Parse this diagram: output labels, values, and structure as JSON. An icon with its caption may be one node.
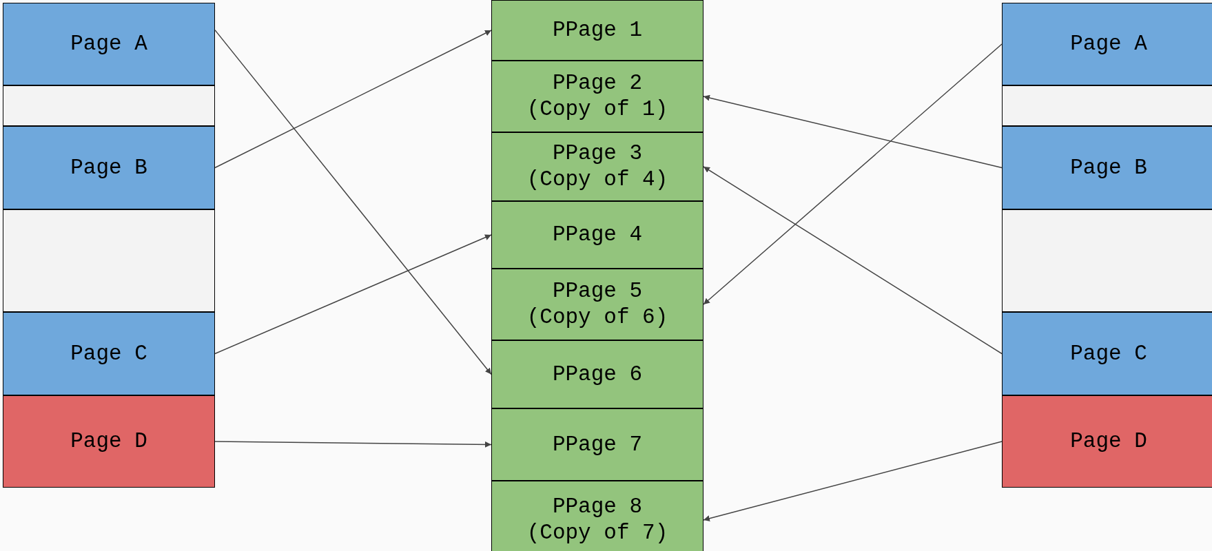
{
  "diagram": {
    "nodes": [
      {
        "text": [
          "Page A"
        ]
      },
      {
        "text": [],
        "shape": "box"
      },
      {
        "text": [
          "Page B"
        ]
      },
      {
        "text": [],
        "shape": "box"
      },
      {
        "text": [
          "Page C"
        ]
      },
      {
        "text": [
          "Page D"
        ]
      },
      {
        "text": [
          "PPage 1"
        ]
      },
      {
        "text": [
          "PPage 2 (Copy of 1)"
        ]
      },
      {
        "text": [
          "PPage 3 (Copy of 4)"
        ]
      },
      {
        "text": [
          "PPage 4"
        ]
      },
      {
        "text": [
          "PPage 5 (Copy of 6)"
        ]
      },
      {
        "text": [
          "PPage 6"
        ]
      },
      {
        "text": [
          "PPage 7"
        ]
      },
      {
        "text": [
          "PPage 8 (Copy of 7)"
        ]
      },
      {
        "text": [
          "Page A"
        ]
      },
      {
        "text": [],
        "shape": "box"
      },
      {
        "text": [
          "Page B"
        ]
      },
      {
        "text": [],
        "shape": "box"
      },
      {
        "text": [
          "Page C"
        ]
      },
      {
        "text": [
          "Page D"
        ]
      }
    ],
    "edges": [
      {
        "from": 0,
        "to": 11,
        "arrow": "to"
      },
      {
        "from": 2,
        "to": 6,
        "arrow": "to"
      },
      {
        "from": 4,
        "to": 9,
        "arrow": "to"
      },
      {
        "from": 5,
        "to": 12,
        "arrow": "to"
      },
      {
        "from": 14,
        "to": 10,
        "arrow": "to"
      },
      {
        "from": 16,
        "to": 7,
        "arrow": "to"
      },
      {
        "from": 18,
        "to": 8,
        "arrow": "to"
      },
      {
        "from": 19,
        "to": 13,
        "arrow": "to"
      }
    ]
  }
}
